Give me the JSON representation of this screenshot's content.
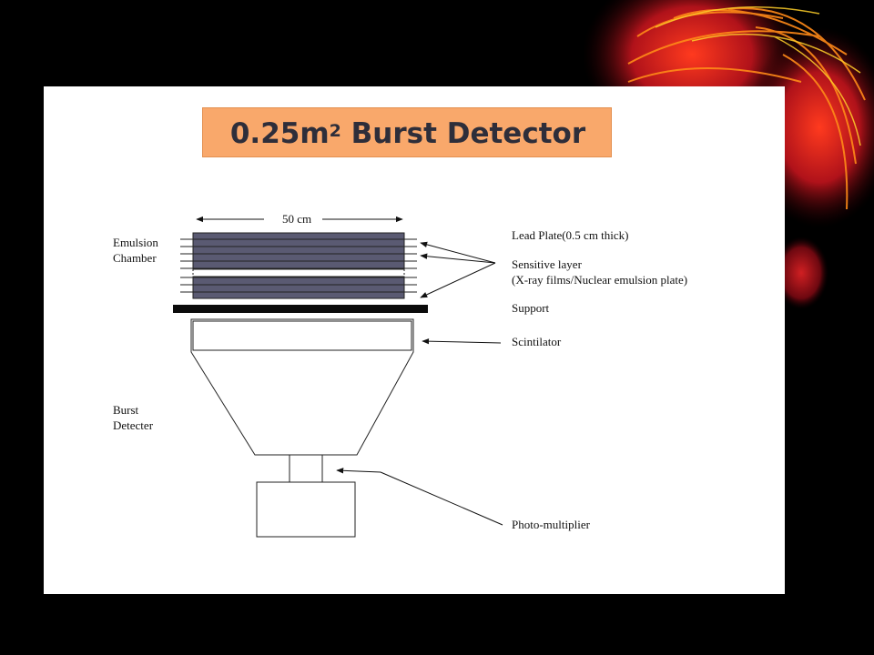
{
  "slide": {
    "title_main": "0.25m",
    "title_sup": "2",
    "title_rest": " Burst Detector"
  },
  "diagram": {
    "dimension_label": "50 cm",
    "emulsion_label_1": "Emulsion",
    "emulsion_label_2": "Chamber",
    "burst_label_1": "Burst",
    "burst_label_2": "Detecter",
    "lead_plate_label": "Lead Plate(0.5 cm thick)",
    "sensitive_label_1": "Sensitive layer",
    "sensitive_label_2": "(X-ray films/Nuclear emulsion plate)",
    "support_label": "Support",
    "scintilator_label": "Scintilator",
    "photomultiplier_label": "Photo-multiplier"
  },
  "colors": {
    "slide_background": "#000000",
    "title_box": "#f9a86b",
    "lead_plate": "#5a5a72",
    "support": "#0b0b0b"
  }
}
